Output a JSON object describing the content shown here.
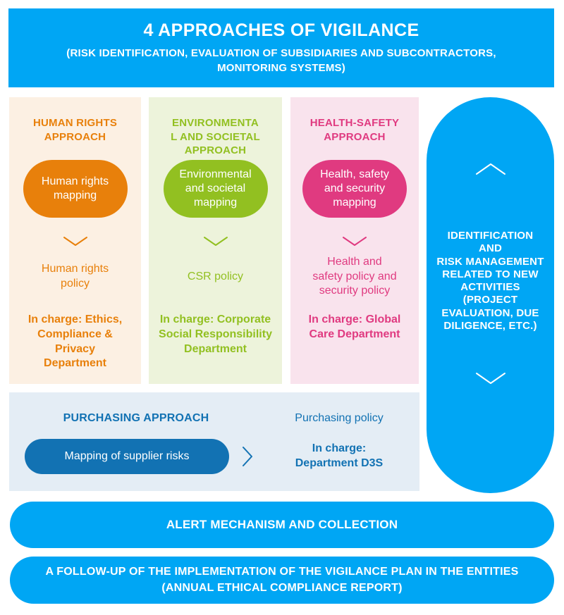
{
  "header": {
    "title": "4 APPROACHES OF VIGILANCE",
    "subtitle": [
      "(RISK IDENTIFICATION, EVALUATION OF SUBSIDIARIES AND SUBCONTRACTORS,",
      "MONITORING SYSTEMS)"
    ]
  },
  "columns": [
    {
      "heading": [
        "HUMAN RIGHTS",
        "APPROACH"
      ],
      "mapping": [
        "Human rights",
        "mapping"
      ],
      "policy": [
        "Human rights",
        "policy"
      ],
      "in_charge": [
        "In charge: Ethics,",
        "Compliance &",
        "Privacy",
        "Department"
      ],
      "accent_color": "#E8800B",
      "background_color": "#FCF0E3"
    },
    {
      "heading": [
        "ENVIRONMENTA",
        "L AND SOCIETAL",
        "APPROACH"
      ],
      "mapping": [
        "Environmental",
        "and societal",
        "mapping"
      ],
      "policy": [
        "CSR policy"
      ],
      "in_charge": [
        "In charge: Corporate",
        "Social Responsibility",
        "Department"
      ],
      "accent_color": "#92C021",
      "background_color": "#EDF3DB"
    },
    {
      "heading": [
        "HEALTH-SAFETY",
        "APPROACH"
      ],
      "mapping": [
        "Health, safety",
        "and security",
        "mapping"
      ],
      "policy": [
        "Health and",
        "safety policy and",
        "security policy"
      ],
      "in_charge": [
        "In charge: Global",
        "Care Department"
      ],
      "accent_color": "#E03A80",
      "background_color": "#F9E3ED"
    }
  ],
  "side_pill": {
    "text": [
      "IDENTIFICATION",
      "AND",
      "RISK MANAGEMENT",
      "RELATED TO NEW",
      "ACTIVITIES",
      "(PROJECT",
      "EVALUATION, DUE",
      "DILIGENCE, ETC.)"
    ],
    "background_color": "#00A6F4"
  },
  "purchasing": {
    "heading": "PURCHASING APPROACH",
    "policy": "Purchasing policy",
    "mapping": "Mapping of supplier risks",
    "in_charge": [
      "In charge:",
      "Department D3S"
    ],
    "accent_color": "#1272B3",
    "background_color": "#E4EDF5"
  },
  "bars": [
    {
      "text": [
        "ALERT MECHANISM AND COLLECTION"
      ]
    },
    {
      "text": [
        "A FOLLOW-UP OF THE IMPLEMENTATION OF THE VIGILANCE PLAN IN THE ENTITIES",
        "(ANNUAL ETHICAL COMPLIANCE REPORT)"
      ]
    }
  ],
  "colors": {
    "bright_blue": "#00A6F4",
    "dark_blue": "#1272B3",
    "orange": "#E8800B",
    "green": "#92C021",
    "pink": "#E03A80",
    "text_on_color": "#FFFFFF"
  }
}
